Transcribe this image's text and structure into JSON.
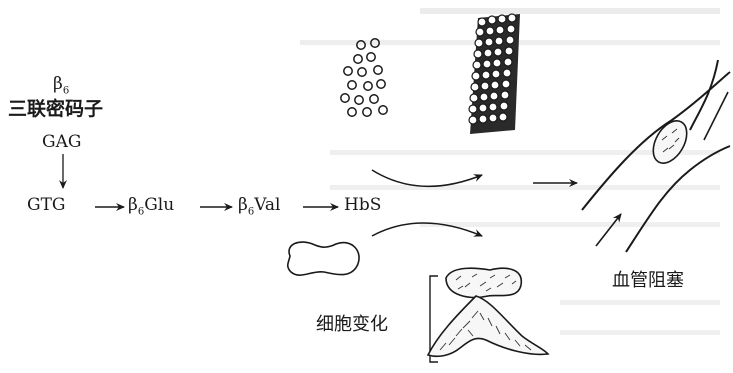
{
  "codon": {
    "position": "β",
    "position_sub": "6",
    "label": "三联密码子",
    "original": "GAG",
    "mutant": "GTG"
  },
  "pathway": {
    "step_glu_prefix": "β",
    "step_glu_sub": "6",
    "step_glu": "Glu",
    "step_val_prefix": "β",
    "step_val_sub": "6",
    "step_val": "Val",
    "result": "HbS"
  },
  "labels": {
    "cell_change": "细胞变化",
    "vessel_blockage": "血管阻塞"
  }
}
